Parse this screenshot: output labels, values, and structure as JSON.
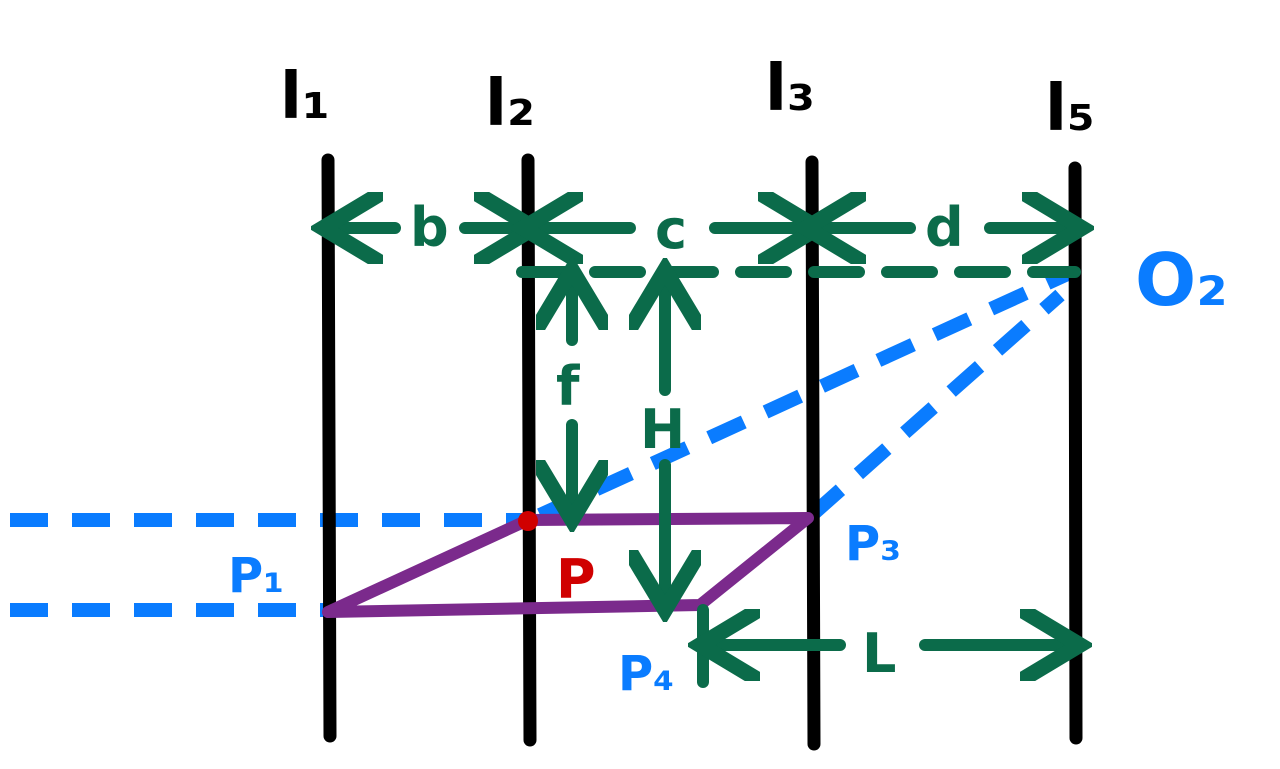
{
  "lines": {
    "l1": "l₁",
    "l2": "l₂",
    "l3": "l₃",
    "l5": "l₅"
  },
  "dimensions": {
    "b": "b",
    "c": "c",
    "d": "d",
    "f": "f",
    "H": "H",
    "L": "L"
  },
  "points": {
    "O2": "O₂",
    "P1": "P₁",
    "P": "P",
    "P3": "P₃",
    "P4": "P₄"
  },
  "colors": {
    "lines": "#000000",
    "dimensions": "#0b6b4a",
    "rays": "#0a7cff",
    "shape": "#7b2a8c",
    "point": "#d00000"
  }
}
